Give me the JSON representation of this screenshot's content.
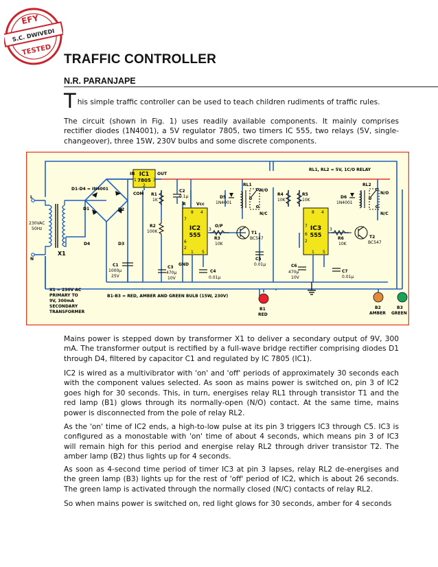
{
  "stamp": {
    "top_text": "EFY",
    "middle_text": "S.C. DWIVEDI",
    "bottom_text": "TESTED",
    "color": "#c8242b"
  },
  "article": {
    "title": "TRAFFIC CONTROLLER",
    "author": "N.R. PARANJAPE",
    "intro_dropcap": "T",
    "intro_rest": "his simple traffic controller can be used to teach children rudiments of traffic rules.",
    "paragraphs": [
      "The circuit (shown in Fig. 1) uses readily available components. It mainly comprises rectifier diodes (1N4001), a 5V regulator 7805, two timers IC 555, two relays (5V, single-changeover), three 15W, 230V bulbs and some discrete components.",
      "Mains power is stepped down by transformer X1 to deliver a secondary output of 9V, 300 mA. The transformer output is rectified by a full-wave bridge rectifier comprising diodes D1 through D4, filtered by capacitor C1 and regulated by IC 7805 (IC1).",
      "IC2 is wired as a multivibrator with 'on' and 'off' periods of approximately 30 seconds each with the component values selected. As soon as mains power is switched on, pin 3 of IC2 goes high for 30 seconds. This, in turn, energises relay RL1 through transistor T1 and the red lamp (B1) glows through its normally-open (N/O) contact. At the same time, mains power is disconnected from the pole of relay RL2.",
      "As the 'on' time of IC2 ends, a high-to-low pulse at its pin 3 triggers IC3 through C5. IC3 is configured as a monostable with 'on' time of about 4 seconds, which means pin 3 of IC3 will remain high for this period and energise relay RL2 through driver transistor T2. The amber lamp (B2) thus lights up for 4 seconds.",
      "As soon as 4-second time period of timer IC3 at pin 3 lapses, relay RL2 de-energises and the green lamp (B3) lights up for the rest of 'off' period of IC2, which is about 26 seconds. The green lamp is activated through the normally closed (N/C) contacts of relay RL2.",
      "So when mains power is switched on, red light glows for 30 seconds, amber for 4 seconds"
    ]
  },
  "schematic": {
    "colors": {
      "background": "#fffde0",
      "border": "#e53a1f",
      "wire": "#1f5fbf",
      "rail": "#e0332a",
      "ic": "#f2e51c"
    },
    "ic1": {
      "name": "IC1",
      "part": "7805",
      "pin_in": "IN",
      "pin_out": "OUT",
      "pin_com": "COM",
      "pin1": "1",
      "pin2": "2",
      "pin3": "3"
    },
    "ic2": {
      "name": "IC2",
      "part": "555",
      "pins": [
        "8",
        "4",
        "7",
        "6",
        "2",
        "3",
        "1",
        "5"
      ],
      "vcc": "Vcc",
      "r": "R",
      "op": "O/P",
      "gnd": "GND"
    },
    "ic3": {
      "name": "IC3",
      "part": "555",
      "pins": [
        "8",
        "4",
        "7",
        "6",
        "2",
        "3",
        "1",
        "5"
      ]
    },
    "diodes_label": "D1-D4 = IN4001",
    "relay_note": "RL1, RL2 = 5V, 1C/O RELAY",
    "relays": [
      {
        "name": "RL1",
        "no": "N/O",
        "nc": "N/C"
      },
      {
        "name": "RL2",
        "no": "N/O",
        "nc": "N/C"
      }
    ],
    "mains": {
      "l": "L",
      "n": "N",
      "voltage": "230VAC",
      "freq": "50Hz"
    },
    "transformer_name": "X1",
    "transformer_note": [
      "X1 = 230V AC",
      "PRIMARY TO",
      "9V, 300mA",
      "SECONDARY",
      "TRANSFORMER"
    ],
    "bulbs_note": "B1-B3 = RED, AMBER AND GREEN BULB (15W, 230V)",
    "diodes": [
      "D1",
      "D2",
      "D3",
      "D4"
    ],
    "components": {
      "c1": [
        "C1",
        "1000μ",
        "25V"
      ],
      "c2": [
        "C2",
        "0.1μ"
      ],
      "c3": [
        "C3",
        "470μ",
        "10V"
      ],
      "c4": [
        "C4",
        "0.01μ"
      ],
      "c5": [
        "C5",
        "0.01μ"
      ],
      "c6": [
        "C6",
        "470μ",
        "10V"
      ],
      "c7": [
        "C7",
        "0.01μ"
      ],
      "r1": [
        "R1",
        "1K"
      ],
      "r2": [
        "R2",
        "100K"
      ],
      "r3": [
        "R3",
        "10K"
      ],
      "r4": [
        "R4",
        "10K"
      ],
      "r5": [
        "R5",
        "10K"
      ],
      "r6": [
        "R6",
        "10K"
      ],
      "d5": [
        "D5",
        "1N4001"
      ],
      "d6": [
        "D6",
        "1N4001"
      ],
      "t1": [
        "T1",
        "BC547"
      ],
      "t2": [
        "T2",
        "BC547"
      ]
    },
    "bulbs": [
      {
        "name": "B1",
        "color_label": "RED",
        "fill": "#e8232f"
      },
      {
        "name": "B2",
        "color_label": "AMBER",
        "fill": "#e08a3a"
      },
      {
        "name": "B3",
        "color_label": "GREEN",
        "fill": "#19a35a"
      }
    ]
  }
}
